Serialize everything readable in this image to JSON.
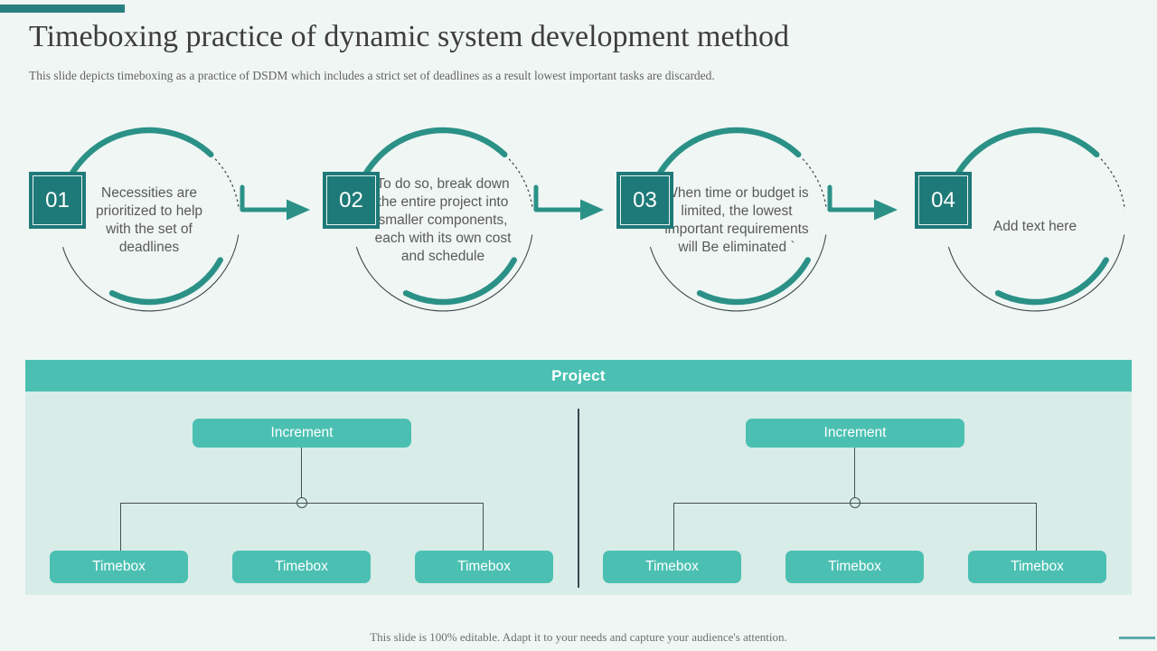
{
  "slide": {
    "title": "Timeboxing practice of dynamic system development method",
    "subtitle": "This slide depicts timeboxing as a practice of DSDM which includes a strict set of deadlines as a result lowest important tasks are discarded.",
    "footer": "This slide is 100% editable. Adapt it to your needs and capture your audience's attention."
  },
  "steps": [
    {
      "number": "01",
      "text": "Necessities are prioritized to help with the set of deadlines"
    },
    {
      "number": "02",
      "text": "To do so, break down the entire project into smaller components, each with its own cost and schedule"
    },
    {
      "number": "03",
      "text": "When time or budget is limited, the lowest important requirements will Be eliminated `"
    },
    {
      "number": "04",
      "text": "Add text here"
    }
  ],
  "project": {
    "header": "Project",
    "groups": [
      {
        "increment_label": "Increment",
        "timeboxes": [
          "Timebox",
          "Timebox",
          "Timebox"
        ]
      },
      {
        "increment_label": "Increment",
        "timeboxes": [
          "Timebox",
          "Timebox",
          "Timebox"
        ]
      }
    ]
  },
  "colors": {
    "dark_teal": "#1E7A78",
    "arc_teal": "#2B9187",
    "bar_teal": "#4BC0B2",
    "panel_mint": "#D8ECE8",
    "page_bg": "#EFF6F4",
    "connector": "#43504F"
  }
}
